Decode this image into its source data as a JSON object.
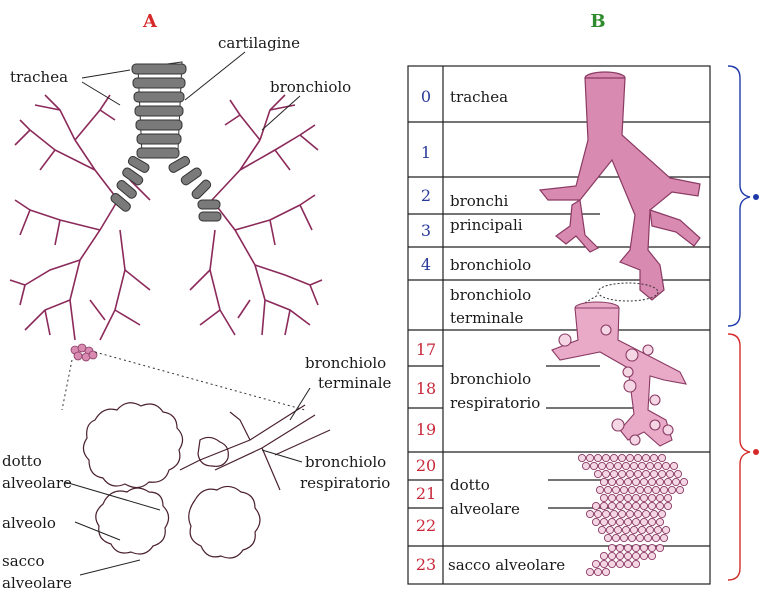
{
  "panel_a": {
    "title": "A",
    "labels": {
      "trachea": "trachea",
      "cartilagine": "cartilagine",
      "bronchiolo": "bronchiolo",
      "bronchiolo_terminale_1": "bronchiolo",
      "bronchiolo_terminale_2": "terminale",
      "bronchiolo_respiratorio_1": "bronchiolo",
      "bronchiolo_respiratorio_2": "respiratorio",
      "dotto_alveolare_1": "dotto",
      "dotto_alveolare_2": "alveolare",
      "alveolo": "alveolo",
      "sacco_alveolare_1": "sacco",
      "sacco_alveolare_2": "alveolare"
    }
  },
  "panel_b": {
    "title": "B",
    "generations": [
      "0",
      "1",
      "2",
      "3",
      "4",
      "17",
      "18",
      "19",
      "20",
      "21",
      "22",
      "23"
    ],
    "labels": {
      "trachea": "trachea",
      "bronchi_principali_1": "bronchi",
      "bronchi_principali_2": "principali",
      "bronchiolo": "bronchiolo",
      "bronchiolo_terminale_1": "bronchiolo",
      "bronchiolo_terminale_2": "terminale",
      "bronchiolo_respiratorio_1": "bronchiolo",
      "bronchiolo_respiratorio_2": "respiratorio",
      "dotto_alveolare_1": "dotto",
      "dotto_alveolare_2": "alveolare",
      "sacco_alveolare": "sacco alveolare"
    }
  },
  "colors": {
    "title_a": "#d62a2a",
    "title_b": "#2e8b2e",
    "gen_blue": "#2a3a9a",
    "gen_red": "#c8283a",
    "airway_pink": "#d98ab0",
    "airway_outline": "#8a3a63",
    "tree_line": "#8b2a5a",
    "cartilage": "#6f6f6f",
    "brace_blue": "#1f3aa8",
    "brace_red": "#d42a2a"
  }
}
